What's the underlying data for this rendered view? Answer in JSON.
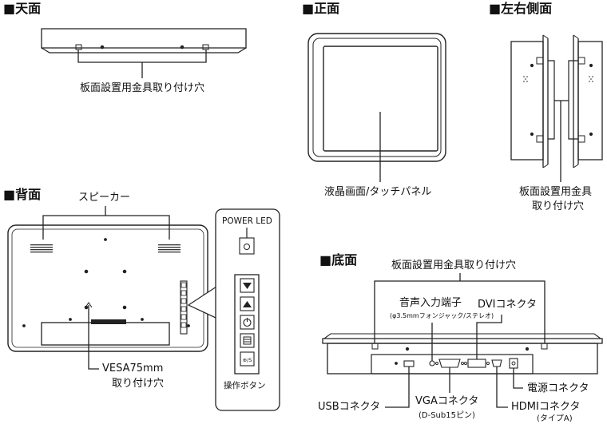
{
  "sections": {
    "top_view": "■天面",
    "front_view": "■正面",
    "side_view": "■左右側面",
    "back_view": "■背面",
    "bottom_view": "■底面"
  },
  "labels": {
    "top_mount_holes": "板面設置用金具取り付け穴",
    "front_lcd": "液晶画面/タッチパネル",
    "side_mount_holes_line1": "板面設置用金具",
    "side_mount_holes_line2": "取り付け穴",
    "back_speaker": "スピーカー",
    "back_vesa_line1": "VESA75mm",
    "back_vesa_line2": "取り付け穴",
    "power_led": "POWER LED",
    "operation_buttons": "操作ボタン",
    "bottom_mount_holes": "板面設置用金具取り付け穴",
    "audio_input": "音声入力端子",
    "audio_input_sub": "(φ3.5mmフォンジャック/ステレオ)",
    "dvi_connector": "DVIコネクタ",
    "usb_connector": "USBコネクタ",
    "vga_connector": "VGAコネクタ",
    "vga_sub": "(D-Sub15ピン)",
    "hdmi_connector": "HDMIコネクタ",
    "hdmi_sub": "(タイプA)",
    "power_connector": "電源コネクタ"
  },
  "button_icons": [
    "down-arrow",
    "up-arrow",
    "power",
    "menu",
    "input-select"
  ],
  "button_glyph_input": "⊕/S"
}
